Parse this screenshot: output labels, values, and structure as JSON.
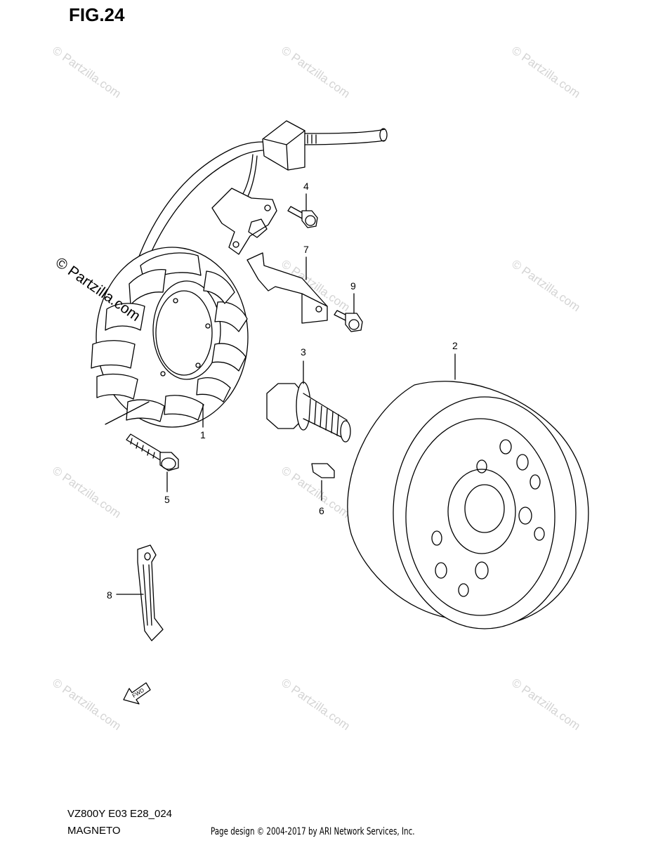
{
  "figure": {
    "title": "FIG.24"
  },
  "callouts": [
    "1",
    "2",
    "3",
    "4",
    "5",
    "6",
    "7",
    "8",
    "9"
  ],
  "fwd_label": "FWD",
  "watermark": {
    "text": "© Partzilla.com"
  },
  "footer": {
    "model": "VZ800Y E03 E28_024",
    "name": "MAGNETO",
    "copyright": "Page design © 2004-2017 by ARI Network Services, Inc."
  }
}
